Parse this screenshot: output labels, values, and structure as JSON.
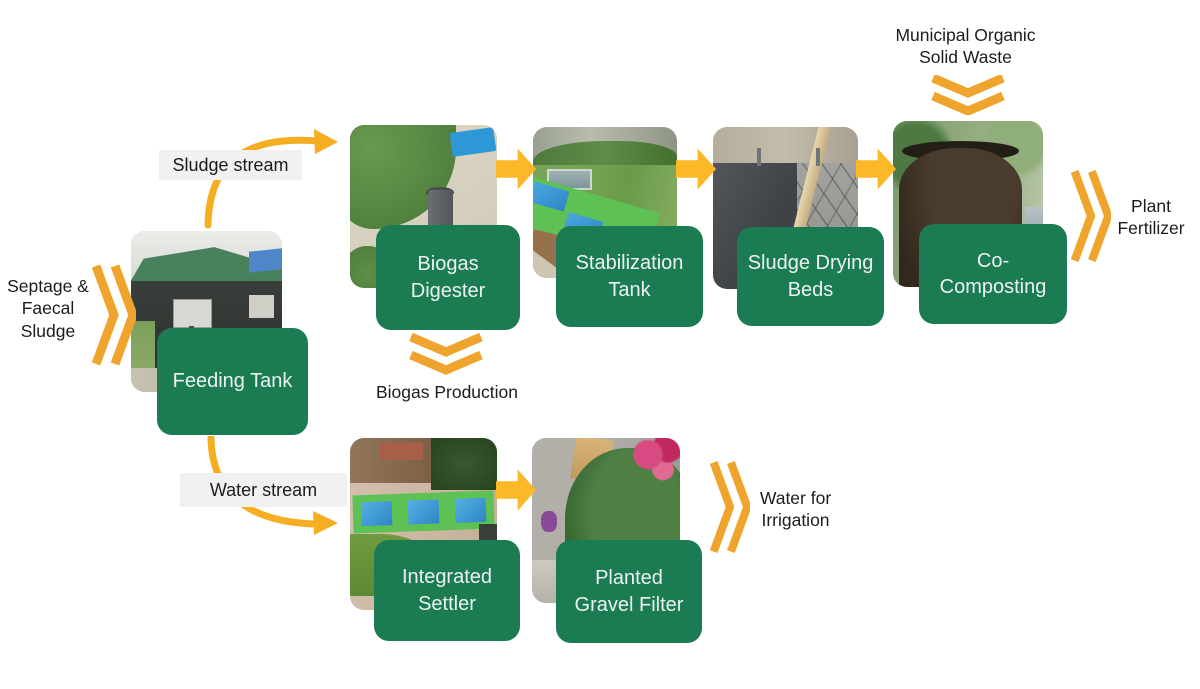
{
  "diagram": {
    "inputs": {
      "septage_faecal_sludge": {
        "lines": [
          "Septage &",
          "Faecal",
          "Sludge"
        ]
      },
      "municipal_organic_waste": {
        "lines": [
          "Municipal Organic",
          "Solid Waste"
        ]
      }
    },
    "streams": {
      "sludge_stream": "Sludge stream",
      "water_stream": "Water stream"
    },
    "stages": {
      "feeding_tank": {
        "lines": [
          "Feeding Tank"
        ]
      },
      "biogas_digester": {
        "lines": [
          "Biogas",
          "Digester"
        ]
      },
      "stabilization_tank": {
        "lines": [
          "Stabilization",
          "Tank"
        ]
      },
      "sludge_drying_beds": {
        "lines": [
          "Sludge Drying",
          "Beds"
        ]
      },
      "co_composting": {
        "lines": [
          "Co-",
          "Composting"
        ]
      },
      "integrated_settler": {
        "lines": [
          "Integrated",
          "Settler"
        ]
      },
      "planted_gravel_filter": {
        "lines": [
          "Planted",
          "Gravel Filter"
        ]
      }
    },
    "outputs": {
      "biogas_production": {
        "lines": [
          "Biogas Production"
        ]
      },
      "plant_fertilizer": {
        "lines": [
          "Plant",
          "Fertilizer"
        ]
      },
      "water_for_irrigation": {
        "lines": [
          "Water for",
          "Irrigation"
        ]
      }
    },
    "palette": {
      "stage_label_bg": "#1b7b52",
      "stage_label_text": "#ecf3ee",
      "arrow_gold": "#fcb827",
      "chevron_gold": "#efa52d",
      "curve_arrow_gold": "#f5ae22",
      "caption_text": "#1c1c1c",
      "stream_tag_bg": "#f1f1f1"
    }
  }
}
